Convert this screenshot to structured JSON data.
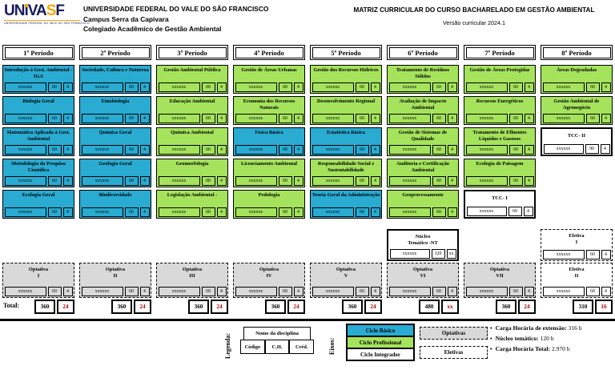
{
  "header": {
    "logo": {
      "part_un": "UN",
      "part_i": "i",
      "part_va": "VA",
      "part_s": "S",
      "part_f": "F",
      "subtext": "UNIVERSIDADE FEDERAL DO VALE DO SÃO FRANCISCO"
    },
    "institution": "UNIVERSIDADE FEDERAL DO VALE DO SÃO FRANCISCO",
    "campus": "Campus Serra da Capivara",
    "department": "Colegiado Acadêmico de Gestão Ambiental",
    "title": "MATRIZ CURRICULAR DO CURSO BACHARELADO EM GESTÃO AMBIENTAL",
    "version": "Versão curricular 2024.1"
  },
  "colors": {
    "ciclo_basico": "#29ABD2",
    "ciclo_profissional": "#A5E35D",
    "optativas_gray": "#D9D9D9",
    "total_red": "#C00000",
    "logo_navy": "#151B5E",
    "logo_orange": "#F7A600"
  },
  "totals_label": "Total:",
  "periods": [
    {
      "header": "1º Período",
      "total_ch": "360",
      "total_cred": "24",
      "courses": [
        {
          "row": 1,
          "name": "Introdução à Gest. Ambiental - IGA",
          "code": "xxxxxx",
          "ch": "60",
          "cred": "4",
          "type": "basico"
        },
        {
          "row": 2,
          "name": "Biologia Geral",
          "code": "xxxxxx",
          "ch": "60",
          "cred": "4",
          "type": "basico"
        },
        {
          "row": 3,
          "name": "Matemática Aplicada à Gest. Ambiental",
          "code": "xxxxxx",
          "ch": "60",
          "cred": "4",
          "type": "basico"
        },
        {
          "row": 4,
          "name": "Metodologia da Pesquisa Científica",
          "code": "xxxxxx",
          "ch": "60",
          "cred": "4",
          "type": "basico"
        },
        {
          "row": 5,
          "name": "Ecologia Geral",
          "code": "xxxxxx",
          "ch": "60",
          "cred": "4",
          "type": "basico"
        },
        {
          "row": 7,
          "name": "Optativa",
          "sub": "I",
          "code": "xxxxxx",
          "ch": "60",
          "cred": "4",
          "type": "optativa"
        }
      ]
    },
    {
      "header": "2º Período",
      "total_ch": "360",
      "total_cred": "24",
      "courses": [
        {
          "row": 1,
          "name": "Sociedade, Cultura e Natureza",
          "code": "xxxxxx",
          "ch": "60",
          "cred": "4",
          "type": "basico"
        },
        {
          "row": 2,
          "name": "Etnobiologia",
          "code": "xxxxxx",
          "ch": "60",
          "cred": "4",
          "type": "basico"
        },
        {
          "row": 3,
          "name": "Química Geral",
          "code": "xxxxxx",
          "ch": "60",
          "cred": "4",
          "type": "basico"
        },
        {
          "row": 4,
          "name": "Geologia Geral",
          "code": "xxxxxx",
          "ch": "60",
          "cred": "4",
          "type": "basico"
        },
        {
          "row": 5,
          "name": "Biodiversidade",
          "code": "xxxxxx",
          "ch": "60",
          "cred": "4",
          "type": "basico"
        },
        {
          "row": 7,
          "name": "Optativa",
          "sub": "II",
          "code": "xxxxxx",
          "ch": "60",
          "cred": "4",
          "type": "optativa"
        }
      ]
    },
    {
      "header": "3º Período",
      "total_ch": "360",
      "total_cred": "24",
      "courses": [
        {
          "row": 1,
          "name": "Gestão Ambiental Pública",
          "code": "xxxxxx",
          "ch": "60",
          "cred": "4",
          "type": "profissional"
        },
        {
          "row": 2,
          "name": "Educação Ambiental",
          "code": "xxxxxx",
          "ch": "60",
          "cred": "4",
          "type": "profissional"
        },
        {
          "row": 3,
          "name": "Química Ambiental",
          "code": "xxxxxx",
          "ch": "60",
          "cred": "4",
          "type": "profissional"
        },
        {
          "row": 4,
          "name": "Geomorfologia",
          "code": "xxxxxx",
          "ch": "60",
          "cred": "4",
          "type": "profissional"
        },
        {
          "row": 5,
          "name": "Legislação Ambiental -",
          "code": "xxxxxx",
          "ch": "60",
          "cred": "4",
          "type": "profissional"
        },
        {
          "row": 7,
          "name": "Optativa",
          "sub": "III",
          "code": "xxxxxx",
          "ch": "60",
          "cred": "4",
          "type": "optativa"
        }
      ]
    },
    {
      "header": "4º Período",
      "total_ch": "360",
      "total_cred": "24",
      "courses": [
        {
          "row": 1,
          "name": "Gestão de Áreas Urbanas",
          "code": "xxxxxx",
          "ch": "60",
          "cred": "4",
          "type": "profissional"
        },
        {
          "row": 2,
          "name": "Economia dos Recursos Naturais",
          "code": "xxxxxx",
          "ch": "60",
          "cred": "4",
          "type": "profissional"
        },
        {
          "row": 3,
          "name": "Física Básica",
          "code": "xxxxxx",
          "ch": "60",
          "cred": "4",
          "type": "basico"
        },
        {
          "row": 4,
          "name": "Licenciamento Ambiental",
          "code": "xxxxxx",
          "ch": "60",
          "cred": "4",
          "type": "profissional"
        },
        {
          "row": 5,
          "name": "Pedologia",
          "code": "xxxxxx",
          "ch": "60",
          "cred": "4",
          "type": "profissional"
        },
        {
          "row": 7,
          "name": "Optativa",
          "sub": "IV",
          "code": "xxxxxx",
          "ch": "60",
          "cred": "4",
          "type": "optativa"
        }
      ]
    },
    {
      "header": "5º Período",
      "total_ch": "360",
      "total_cred": "24",
      "courses": [
        {
          "row": 1,
          "name": "Gestão dos Recursos Hídricos",
          "code": "xxxxxx",
          "ch": "60",
          "cred": "4",
          "type": "profissional"
        },
        {
          "row": 2,
          "name": "Desenvolvimento Regional",
          "code": "xxxxxx",
          "ch": "60",
          "cred": "4",
          "type": "profissional"
        },
        {
          "row": 3,
          "name": "Estatística Básica",
          "code": "xxxxxx",
          "ch": "60",
          "cred": "4",
          "type": "basico"
        },
        {
          "row": 4,
          "name": "Responsabilidade Social e Sustentabilidade",
          "code": "xxxxxx",
          "ch": "60",
          "cred": "4",
          "type": "profissional"
        },
        {
          "row": 5,
          "name": "Teoria Geral da Administração",
          "code": "xxxxxx",
          "ch": "60",
          "cred": "4",
          "type": "basico"
        },
        {
          "row": 7,
          "name": "Optativa",
          "sub": "V",
          "code": "xxxxxx",
          "ch": "60",
          "cred": "4",
          "type": "optativa"
        }
      ]
    },
    {
      "header": "6º Período",
      "total_ch": "480",
      "total_cred": "xx",
      "courses": [
        {
          "row": 1,
          "name": "Tratamento de Resíduos Sólidos",
          "code": "xxxxxx",
          "ch": "60",
          "cred": "4",
          "type": "profissional"
        },
        {
          "row": 2,
          "name": "Avaliação de Impacto Ambiental",
          "code": "xxxxxx",
          "ch": "60",
          "cred": "4",
          "type": "profissional"
        },
        {
          "row": 3,
          "name": "Gestão de Sistemas de Qualidade",
          "code": "xxxxxx",
          "ch": "60",
          "cred": "4",
          "type": "profissional"
        },
        {
          "row": 4,
          "name": "Auditoria e Certificação Ambiental",
          "code": "xxxxxx",
          "ch": "60",
          "cred": "4",
          "type": "profissional"
        },
        {
          "row": 5,
          "name": "Geoprocessamento",
          "code": "xxxxxx",
          "ch": "60",
          "cred": "4",
          "type": "profissional"
        },
        {
          "row": 6,
          "name": "Núcleo",
          "sub": "Temático -NT",
          "code": "xxxxxx",
          "ch": "120",
          "cred": "xx",
          "type": "nucleo"
        },
        {
          "row": 7,
          "name": "Optativa",
          "sub": "VI",
          "code": "xxxxxx",
          "ch": "60",
          "cred": "4",
          "type": "optativa"
        }
      ]
    },
    {
      "header": "7º Período",
      "total_ch": "360",
      "total_cred": "24",
      "courses": [
        {
          "row": 1,
          "name": "Gestão de Áreas Protegidas",
          "code": "xxxxxx",
          "ch": "60",
          "cred": "4",
          "type": "profissional"
        },
        {
          "row": 2,
          "name": "Recursos Energéticos",
          "code": "xxxxxx",
          "ch": "60",
          "cred": "4",
          "type": "profissional"
        },
        {
          "row": 3,
          "name": "Tratamento de Efluentes Líquidos e Gasosos",
          "code": "xxxxxx",
          "ch": "60",
          "cred": "4",
          "type": "profissional"
        },
        {
          "row": 4,
          "name": "Ecologia de Paisagem",
          "code": "xxxxxx",
          "ch": "60",
          "cred": "4",
          "type": "profissional"
        },
        {
          "row": 5,
          "name": "TCC- I",
          "code": "xxxxxx",
          "ch": "60",
          "cred": "4",
          "type": "integrador"
        },
        {
          "row": 7,
          "name": "Optativa",
          "sub": "VII",
          "code": "xxxxxx",
          "ch": "60",
          "cred": "4",
          "type": "optativa"
        }
      ]
    },
    {
      "header": "8º Período",
      "total_ch": "310",
      "total_cred": "16",
      "courses": [
        {
          "row": 1,
          "name": "Áreas Degradadas",
          "code": "xxxxxx",
          "ch": "60",
          "cred": "4",
          "type": "profissional"
        },
        {
          "row": 2,
          "name": "Gestão Ambiental de Agronegócio",
          "code": "xxxxxx",
          "ch": "60",
          "cred": "4",
          "type": "profissional"
        },
        {
          "row": 3,
          "name": "TCC- II",
          "code": "xxxxxx",
          "ch": "90",
          "cred": "4",
          "type": "integrador"
        },
        {
          "row": 6,
          "name": "Eletiva",
          "sub": "I",
          "code": "xxxxxx",
          "ch": "60",
          "cred": "4",
          "type": "eletiva"
        },
        {
          "row": 7,
          "name": "Eletiva",
          "sub": "II",
          "code": "xxxxxx",
          "ch": "60",
          "cred": "4",
          "type": "eletiva"
        }
      ]
    }
  ],
  "legend": {
    "legenda_label": "Legenda:",
    "sample_title": "Nome da disciplina",
    "sample_cols": [
      "Código",
      "C.H.",
      "Créd."
    ],
    "eixos_label": "Eixos:",
    "cycles": [
      {
        "label": "Ciclo Básico",
        "type": "basico"
      },
      {
        "label": "Ciclo Profissional",
        "type": "profissional"
      },
      {
        "label": "Ciclo  Integrador",
        "type": "integrador"
      }
    ],
    "optativas_label": "Optativas",
    "eletivas_label": "Eletivas"
  },
  "summary": [
    {
      "label": "Carga Horária de extensão:",
      "value": "316 h"
    },
    {
      "label": "Núcleo temático:",
      "value": "120 h"
    },
    {
      "label": "Carga Horária Total:",
      "value": "2.970 h"
    }
  ]
}
